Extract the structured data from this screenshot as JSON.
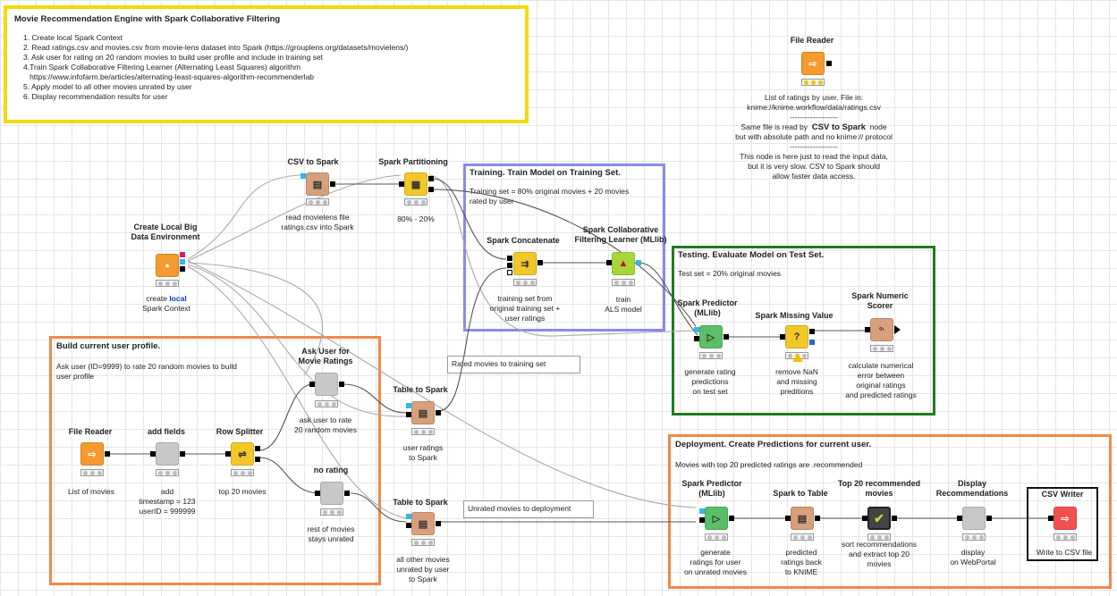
{
  "main_annotation": {
    "title": "Movie Recommendation Engine with Spark Collaborative Filtering",
    "lines": [
      "1. Create local Spark Context",
      "2. Read ratings.csv and movies.csv from       movie-lens dataset   into Spark (https://grouplens.org/datasets/movielens/)",
      "3. Ask user for rating on 20 random movies to build user profile and include in training set",
      "4.Train  Spark Collaborative Filtering Learner (Alternating Least Squares)      algorithm",
      "   https://www.infofarm.be/articles/alternating-least-squares-algorithm-recommenderlab",
      "5. Apply model to all other movies unrated by user",
      "6. Display recommendation results for user"
    ]
  },
  "annotations": {
    "training": {
      "title": "Training. Train Model on Training Set.",
      "body": "Training set = 80% original movies +  20 movies rated by user"
    },
    "testing": {
      "title": "Testing. Evaluate Model on Test Set.",
      "body": "Test set = 20% original movies"
    },
    "profile": {
      "title": "Build current user profile.",
      "body": "Ask user (ID=9999)  to rate 20 random movies to build user profile"
    },
    "deployment": {
      "title": "Deployment. Create Predictions for current user.",
      "body": "Movies with top 20 predicted ratings are .recommended"
    },
    "rated_label": "Rated movies to training set",
    "unrated_label": "Unrated movies to deployment"
  },
  "file_reader_note": {
    "line1": "List of ratings by user. File in:",
    "line2": "knime://knime.workflow/data/ratings.csv",
    "sep": "-------------------",
    "line3_pre": "Same file is read by",
    "line3_bold": "CSV to Spark",
    "line3_post": "node",
    "line4": "but with absolute path and no knime:// protocol",
    "line5": "This node is here just to read the input data,",
    "line6": "but it is very slow. CSV to Spark should",
    "line7": "allow faster data access."
  },
  "nodes": {
    "file_reader_top": {
      "title": "File Reader"
    },
    "create_spark": {
      "title1": "Create Local Big",
      "title2": "Data Environment",
      "label_pre": "create",
      "label_local": "local",
      "label2": "Spark Context"
    },
    "csv_to_spark": {
      "title": "CSV to Spark",
      "label1": "read movielens file",
      "label2": "ratings.csv into Spark"
    },
    "spark_partitioning": {
      "title": "Spark Partitioning",
      "label": "80% - 20%"
    },
    "spark_concatenate": {
      "title": "Spark Concatenate",
      "label1": "training set from",
      "label2": "original training set +",
      "label3": "user ratings"
    },
    "spark_cf_learner": {
      "title1": "Spark Collaborative",
      "title2": "Filtering Learner (MLlib)",
      "label1": "train",
      "label2": "ALS model"
    },
    "spark_predictor_test": {
      "title1": "Spark Predictor",
      "title2": "(MLlib)",
      "label1": "generate rating",
      "label2": "predictions",
      "label3": "on test set"
    },
    "spark_missing_value": {
      "title": "Spark Missing Value",
      "label1": "remove NaN",
      "label2": "and missing",
      "label3": "preditions"
    },
    "spark_numeric_scorer": {
      "title1": "Spark Numeric",
      "title2": "Scorer",
      "label1": "calculate numerical",
      "label2": "error between",
      "label3": "original ratings",
      "label4": "and predicted ratings"
    },
    "ask_user": {
      "title1": "Ask User for",
      "title2": "Movie Ratings",
      "label1": "ask user to rate",
      "label2": "20 random movies"
    },
    "table_to_spark_1": {
      "title": "Table to Spark",
      "label1": "user ratings",
      "label2": "to Spark"
    },
    "file_reader_movies": {
      "title": "File Reader",
      "label": "List of movies"
    },
    "add_fields": {
      "title": "add fields",
      "label1": "add",
      "label2": "timestamp = 123",
      "label3": "userID = 999999"
    },
    "row_splitter": {
      "title": "Row Splitter",
      "label": "top 20 movies"
    },
    "no_rating": {
      "title": "no rating",
      "label1": "rest of movies",
      "label2": "stays unrated"
    },
    "table_to_spark_2": {
      "title": "Table to Spark",
      "label1": "all other movies",
      "label2": "unrated by user",
      "label3": "to Spark"
    },
    "spark_predictor_deploy": {
      "title1": "Spark Predictor",
      "title2": "(MLlib)",
      "label1": "generate",
      "label2": "ratings for user",
      "label3": "on unrated movies"
    },
    "spark_to_table": {
      "title": "Spark to Table",
      "label1": "predicted",
      "label2": "ratings back",
      "label3": "to KNIME"
    },
    "top20": {
      "title1": "Top 20 recommended",
      "title2": "movies",
      "label1": "sort recommendations",
      "label2": "and extract top 20",
      "label3": "movies"
    },
    "display": {
      "title1": "Display",
      "title2": "Recommendations",
      "label1": "display",
      "label2": "on WebPortal"
    },
    "csv_writer": {
      "title": "CSV Writer",
      "label": "Write to CSV file"
    }
  },
  "colors": {
    "yellow_box": "#f5d90a",
    "training_box": "#8a8aee",
    "testing_box": "#1e7d1e",
    "orange_box": "#f0894a",
    "source_node": "#f59a2f",
    "spark_node": "#d7a07c",
    "learner_node": "#a7d63a",
    "predictor_node": "#5bbf6a",
    "manipulator_node": "#f2c828",
    "other_node": "#c8c8c8",
    "sink_node": "#f25050",
    "local_blue": "#0038c8"
  },
  "icons": [
    "file-reader-icon",
    "spark-context-icon",
    "csv-to-spark-icon",
    "partitioning-icon",
    "concatenate-icon",
    "learner-icon",
    "predictor-icon",
    "missing-value-icon",
    "scorer-icon",
    "table-to-spark-icon",
    "row-splitter-icon",
    "spark-to-table-icon",
    "checkmark-icon",
    "csv-writer-icon",
    "warning-icon"
  ]
}
